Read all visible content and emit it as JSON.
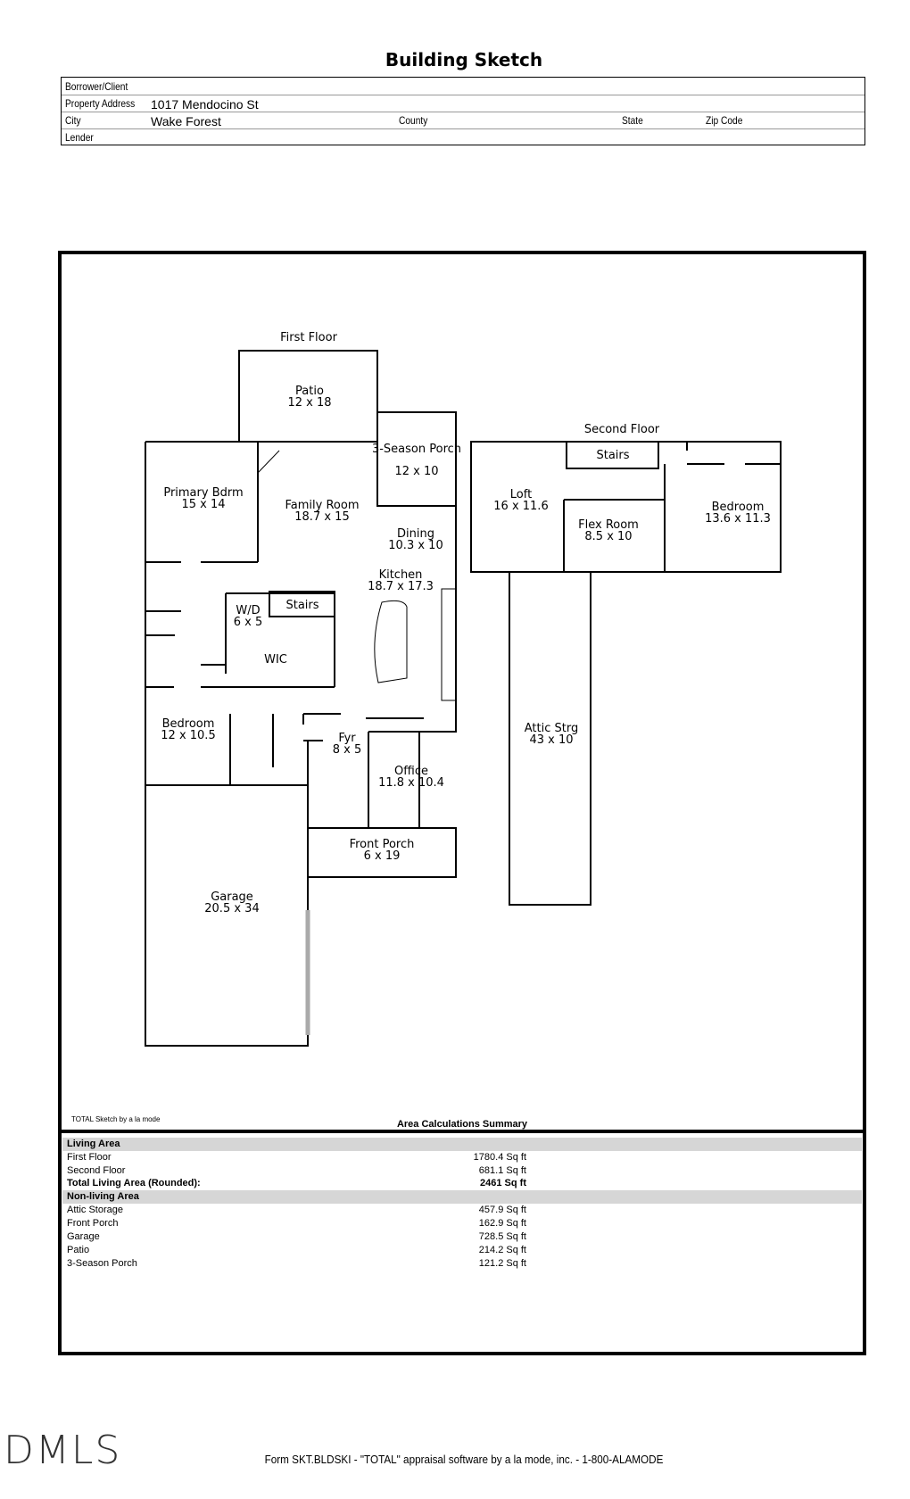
{
  "header": {
    "title": "Building Sketch",
    "borrower_label": "Borrower/Client",
    "borrower_value": "",
    "address_label": "Property Address",
    "address_value": "1017 Mendocino St",
    "city_label": "City",
    "city_value": "Wake Forest",
    "county_label": "County",
    "state_label": "State",
    "zip_label": "Zip Code",
    "lender_label": "Lender"
  },
  "plan": {
    "first_floor_label": "First Floor",
    "second_floor_label": "Second Floor",
    "rooms": [
      {
        "name": "Patio",
        "dims": "12 x 18"
      },
      {
        "name": "3-Season Porch",
        "dims": "12 x 10"
      },
      {
        "name": "Primary Bdrm",
        "dims": "15 x 14"
      },
      {
        "name": "Family Room",
        "dims": "18.7 x 15"
      },
      {
        "name": "Dining",
        "dims": "10.3 x 10"
      },
      {
        "name": "Kitchen",
        "dims": "18.7 x 17.3"
      },
      {
        "name": "W/D",
        "dims": "6 x 5"
      },
      {
        "name": "Stairs",
        "dims": ""
      },
      {
        "name": "WIC",
        "dims": ""
      },
      {
        "name": "Bedroom",
        "dims": "12 x 10.5"
      },
      {
        "name": "Fyr",
        "dims": "8 x 5"
      },
      {
        "name": "Office",
        "dims": "11.8 x 10.4"
      },
      {
        "name": "Front Porch",
        "dims": "6 x 19"
      },
      {
        "name": "Garage",
        "dims": "20.5 x 34"
      },
      {
        "name": "Loft",
        "dims": "16 x 11.6"
      },
      {
        "name": "Stairs",
        "dims": ""
      },
      {
        "name": "Flex Room",
        "dims": "8.5 x 10"
      },
      {
        "name": "Bedroom",
        "dims": "13.6 x 11.3"
      },
      {
        "name": "Attic Strg",
        "dims": "43 x 10"
      }
    ]
  },
  "summary": {
    "credit": "TOTAL Sketch by a la mode",
    "title": "Area Calculations Summary",
    "living_label": "Living Area",
    "living": [
      {
        "name": "First Floor",
        "value": "1780.4 Sq ft"
      },
      {
        "name": "Second Floor",
        "value": "681.1 Sq ft"
      }
    ],
    "total_label": "Total Living Area (Rounded):",
    "total_value": "2461 Sq ft",
    "nonliving_label": "Non-living Area",
    "nonliving": [
      {
        "name": "Attic Storage",
        "value": "457.9 Sq ft"
      },
      {
        "name": "Front Porch",
        "value": "162.9 Sq ft"
      },
      {
        "name": "Garage",
        "value": "728.5 Sq ft"
      },
      {
        "name": "Patio",
        "value": "214.2 Sq ft"
      },
      {
        "name": "3-Season Porch",
        "value": "121.2 Sq ft"
      }
    ]
  },
  "footer": {
    "form_text": "Form SKT.BLDSKI - \"TOTAL\" appraisal software by a la mode, inc. - 1-800-ALAMODE",
    "logo_text": "DMLS"
  }
}
